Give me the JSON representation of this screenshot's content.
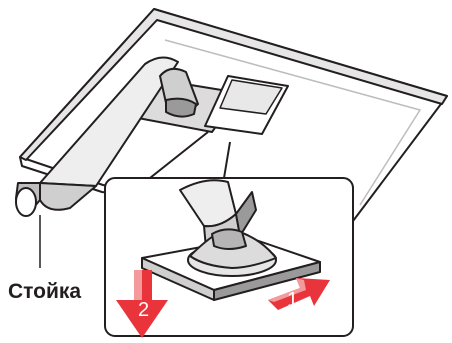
{
  "labels": {
    "stand": "Стойка"
  },
  "steps": {
    "step1": "1",
    "step2": "2"
  },
  "colors": {
    "line": "#231f20",
    "arrow_red": "#e8343a",
    "arrow_light": "#f39a9d",
    "shade_light": "#eeeeee",
    "shade_mid": "#cfcfcf",
    "shade_dark": "#9a9a9a"
  }
}
